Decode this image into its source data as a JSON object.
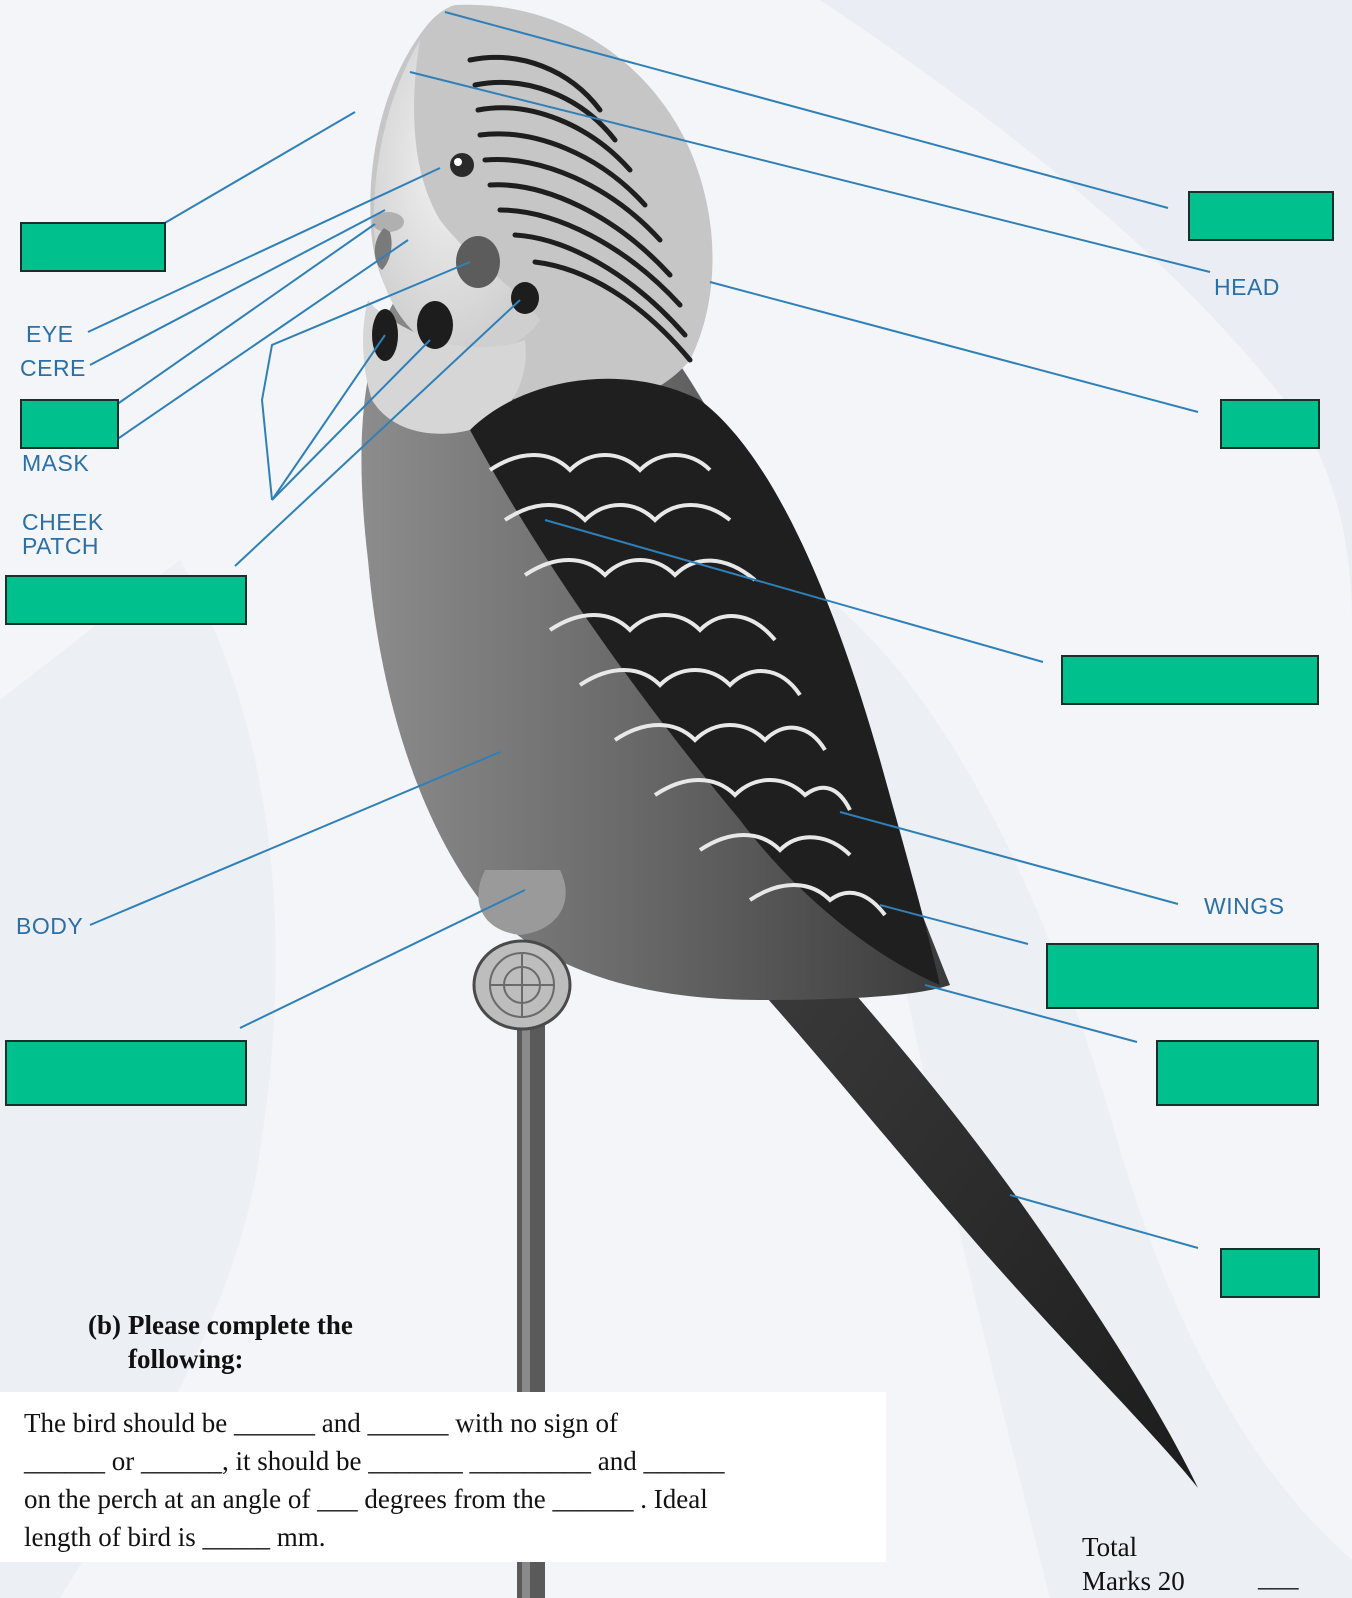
{
  "labels": {
    "eye": "EYE",
    "cere": "CERE",
    "mask": "MASK",
    "cheek_patch_line1": "CHEEK",
    "cheek_patch_line2": "PATCH",
    "head": "HEAD",
    "body": "BODY",
    "wings": "WINGS"
  },
  "answer_boxes": [
    {
      "name": "answer-box-1"
    },
    {
      "name": "answer-box-2"
    },
    {
      "name": "answer-box-3"
    },
    {
      "name": "answer-box-4"
    },
    {
      "name": "answer-box-5"
    },
    {
      "name": "answer-box-6"
    },
    {
      "name": "answer-box-7"
    },
    {
      "name": "answer-box-8"
    },
    {
      "name": "answer-box-9"
    },
    {
      "name": "answer-box-10"
    }
  ],
  "part_b": {
    "number": "(b)",
    "heading_line1": "Please complete the",
    "heading_line2": "following:",
    "lines": [
      "The bird should be ______ and ______ with no sign of",
      "______ or ______, it should be _______ _________ and ______",
      "on the perch at an angle of ___ degrees from the ______ . Ideal",
      "length of bird is _____ mm."
    ]
  },
  "total": {
    "line1": "Total",
    "line2": "Marks 20",
    "blank": "___"
  },
  "colors": {
    "answer_box": "#00c08d",
    "leader_line": "#2f80b8",
    "label_text": "#2c6fa6"
  }
}
